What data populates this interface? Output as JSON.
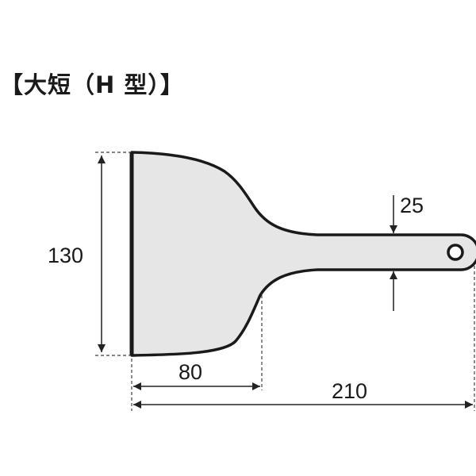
{
  "title": "【大短（H 型）】",
  "dimensions": {
    "height": "130",
    "blade_length": "80",
    "total_length": "210",
    "handle_width": "25"
  },
  "colors": {
    "outline": "#1a1a1a",
    "fill": "#e6e6e6",
    "line": "#222222"
  }
}
